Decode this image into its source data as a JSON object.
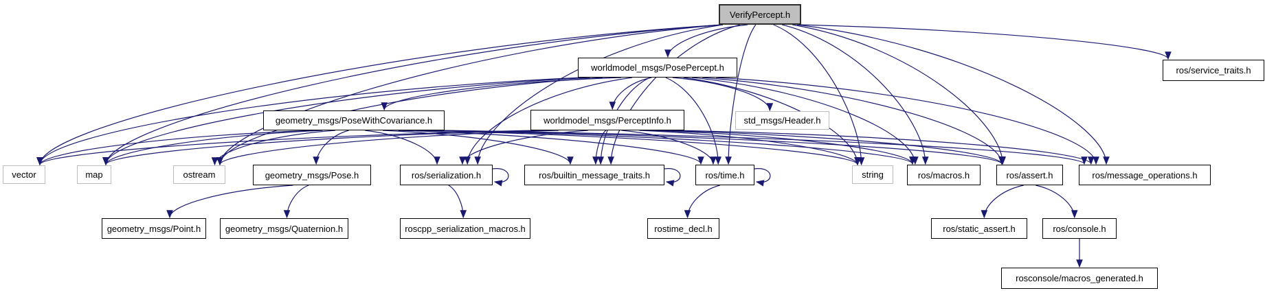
{
  "diagram": {
    "kind": "include-dependency-graph",
    "root_file": "VerifyPercept.h",
    "colors": {
      "edge": "#191970",
      "root_fill": "#bfbfbf",
      "node_fill": "#ffffff",
      "doc_border": "#000000",
      "ext_border": "#bcbcbc",
      "background": "#ffffff",
      "text": "#000000"
    },
    "nodes": [
      {
        "id": "verify",
        "label": "VerifyPercept.h",
        "type": "root"
      },
      {
        "id": "posepercept",
        "label": "worldmodel_msgs/PosePercept.h",
        "type": "doc"
      },
      {
        "id": "service_traits",
        "label": "ros/service_traits.h",
        "type": "doc"
      },
      {
        "id": "posewithcov",
        "label": "geometry_msgs/PoseWithCovariance.h",
        "type": "doc"
      },
      {
        "id": "perceptinfo",
        "label": "worldmodel_msgs/PerceptInfo.h",
        "type": "doc"
      },
      {
        "id": "header",
        "label": "std_msgs/Header.h",
        "type": "ext"
      },
      {
        "id": "vector",
        "label": "vector",
        "type": "ext"
      },
      {
        "id": "map",
        "label": "map",
        "type": "ext"
      },
      {
        "id": "ostream",
        "label": "ostream",
        "type": "ext"
      },
      {
        "id": "pose",
        "label": "geometry_msgs/Pose.h",
        "type": "doc"
      },
      {
        "id": "serialization",
        "label": "ros/serialization.h",
        "type": "doc"
      },
      {
        "id": "builtin",
        "label": "ros/builtin_message_traits.h",
        "type": "doc"
      },
      {
        "id": "time",
        "label": "ros/time.h",
        "type": "doc"
      },
      {
        "id": "string",
        "label": "string",
        "type": "ext"
      },
      {
        "id": "macros",
        "label": "ros/macros.h",
        "type": "doc"
      },
      {
        "id": "assert",
        "label": "ros/assert.h",
        "type": "doc"
      },
      {
        "id": "msgops",
        "label": "ros/message_operations.h",
        "type": "doc"
      },
      {
        "id": "point",
        "label": "geometry_msgs/Point.h",
        "type": "doc"
      },
      {
        "id": "quaternion",
        "label": "geometry_msgs/Quaternion.h",
        "type": "doc"
      },
      {
        "id": "ser_macros",
        "label": "roscpp_serialization_macros.h",
        "type": "doc"
      },
      {
        "id": "rostime_decl",
        "label": "rostime_decl.h",
        "type": "doc"
      },
      {
        "id": "static_assert",
        "label": "ros/static_assert.h",
        "type": "doc"
      },
      {
        "id": "console",
        "label": "ros/console.h",
        "type": "doc"
      },
      {
        "id": "macros_generated",
        "label": "rosconsole/macros_generated.h",
        "type": "doc"
      }
    ],
    "edges": [
      [
        "verify",
        "posepercept"
      ],
      [
        "verify",
        "service_traits"
      ],
      [
        "verify",
        "vector"
      ],
      [
        "verify",
        "map"
      ],
      [
        "verify",
        "ostream"
      ],
      [
        "verify",
        "string"
      ],
      [
        "verify",
        "serialization"
      ],
      [
        "verify",
        "builtin"
      ],
      [
        "verify",
        "time"
      ],
      [
        "verify",
        "macros"
      ],
      [
        "verify",
        "assert"
      ],
      [
        "verify",
        "msgops"
      ],
      [
        "posepercept",
        "posewithcov"
      ],
      [
        "posepercept",
        "perceptinfo"
      ],
      [
        "posepercept",
        "header"
      ],
      [
        "posepercept",
        "vector"
      ],
      [
        "posepercept",
        "map"
      ],
      [
        "posepercept",
        "ostream"
      ],
      [
        "posepercept",
        "string"
      ],
      [
        "posepercept",
        "serialization"
      ],
      [
        "posepercept",
        "builtin"
      ],
      [
        "posepercept",
        "time"
      ],
      [
        "posepercept",
        "macros"
      ],
      [
        "posepercept",
        "assert"
      ],
      [
        "posepercept",
        "msgops"
      ],
      [
        "posewithcov",
        "pose"
      ],
      [
        "posewithcov",
        "vector"
      ],
      [
        "posewithcov",
        "map"
      ],
      [
        "posewithcov",
        "ostream"
      ],
      [
        "posewithcov",
        "string"
      ],
      [
        "posewithcov",
        "serialization"
      ],
      [
        "posewithcov",
        "builtin"
      ],
      [
        "posewithcov",
        "time"
      ],
      [
        "posewithcov",
        "macros"
      ],
      [
        "posewithcov",
        "assert"
      ],
      [
        "posewithcov",
        "msgops"
      ],
      [
        "perceptinfo",
        "vector"
      ],
      [
        "perceptinfo",
        "map"
      ],
      [
        "perceptinfo",
        "ostream"
      ],
      [
        "perceptinfo",
        "string"
      ],
      [
        "perceptinfo",
        "serialization"
      ],
      [
        "perceptinfo",
        "builtin"
      ],
      [
        "perceptinfo",
        "time"
      ],
      [
        "perceptinfo",
        "macros"
      ],
      [
        "perceptinfo",
        "assert"
      ],
      [
        "perceptinfo",
        "msgops"
      ],
      [
        "pose",
        "point"
      ],
      [
        "pose",
        "quaternion"
      ],
      [
        "serialization",
        "serialization"
      ],
      [
        "serialization",
        "ser_macros"
      ],
      [
        "builtin",
        "builtin"
      ],
      [
        "time",
        "time"
      ],
      [
        "time",
        "rostime_decl"
      ],
      [
        "assert",
        "static_assert"
      ],
      [
        "assert",
        "console"
      ],
      [
        "console",
        "macros_generated"
      ]
    ]
  }
}
